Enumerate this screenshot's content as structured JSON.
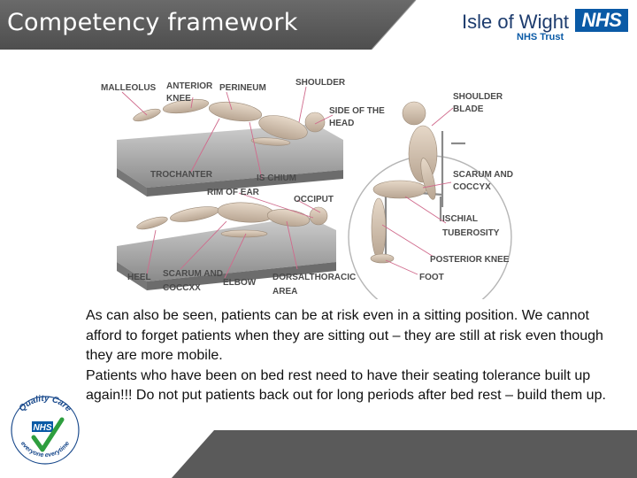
{
  "header": {
    "title": "Competency framework",
    "logo_text": "Isle of Wight",
    "logo_badge": "NHS",
    "logo_subtitle": "NHS Trust",
    "band_color": "#5e5e5e",
    "accent_color": "#0a5aa6"
  },
  "figure": {
    "labels": {
      "malleolus": "MALLEOLUS",
      "anterior": "ANTERIOR",
      "knee": "KNEE",
      "perineum": "PERINEUM",
      "shoulder": "SHOULDER",
      "side_of_the": "SIDE OF THE",
      "head": "HEAD",
      "shoulder2": "SHOULDER",
      "blade": "BLADE",
      "trochanter": "TROCHANTER",
      "ischium": "IS CHIUM",
      "rim_of_ear": "RIM OF EAR",
      "occiput": "OCCIPUT",
      "scarum_and": "SCARUM AND",
      "coccyx": "COCCYX",
      "ischial": "ISCHIAL",
      "tuberosity": "TUBEROSITY",
      "posterior_knee": "POSTERIOR KNEE",
      "heel": "HEEL",
      "scarum_and2": "SCARUM AND",
      "coccyx2": "COCCXX",
      "elbow": "ELBOW",
      "dorsalthoracic": "DORSALTHORACIC",
      "area": "AREA",
      "foot": "FOOT"
    }
  },
  "body": {
    "paragraphs": [
      "As can also be seen, patients can be at risk even in a sitting position. We cannot afford to forget patients when they are sitting out – they are still at risk even though they are more mobile.",
      "Patients who have been on bed rest need to have their seating tolerance built up again!!! Do not put patients back out for long periods after bed rest – build them up."
    ]
  },
  "badge": {
    "word_top": "Quality Care",
    "center": "NHS",
    "word_bottom": "everyone everytime"
  }
}
